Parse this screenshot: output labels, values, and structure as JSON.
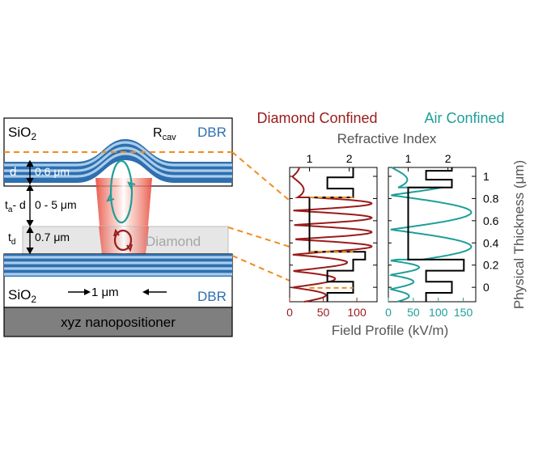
{
  "colors": {
    "diamond_confined": "#9b1b1b",
    "air_confined": "#1f9e99",
    "dbr_dark": "#2e6fb0",
    "dbr_light": "#a9cdeb",
    "dashed_guide": "#f08c1e",
    "positioner": "#7f7f7f",
    "axis_text": "#555555"
  },
  "diagram": {
    "top_mirror_material": "SiO",
    "top_mirror_subscript": "2",
    "top_dbr_label": "DBR",
    "rcav_main": "R",
    "rcav_sub": "cav",
    "d_label": "d",
    "d_value": "0.6 μm",
    "gap_label_t": "t",
    "gap_label_sub": "a",
    "gap_label_rest": "- d",
    "gap_value": "0 - 5 μm",
    "td_label_t": "t",
    "td_label_sub": "d",
    "td_value": "0.7 μm",
    "diamond_label": "Diamond",
    "bottom_mirror_material": "SiO",
    "bottom_mirror_subscript": "2",
    "scale_label": "1 μm",
    "bottom_dbr_label": "DBR",
    "positioner_label": "xyz nanopositioner"
  },
  "chart_data": [
    {
      "type": "line",
      "title": "Diamond Confined",
      "top_axis_label": "Refractive Index",
      "bottom_axis_label": "Field Profile (kV/m)",
      "right_axis_label": "Physical Thickness (μm)",
      "refractive_index_ticks": [
        1,
        2
      ],
      "refractive_index_range": [
        0.5,
        2.7
      ],
      "field_ticks": [
        0,
        50,
        100
      ],
      "field_range": [
        0,
        130
      ],
      "thickness_ticks": [
        0,
        0.2,
        0.4,
        0.6,
        0.8,
        1
      ],
      "thickness_range": [
        -0.13,
        1.08
      ],
      "series": [
        {
          "kind": "refractive_index",
          "x": [
            1.45,
            1.45,
            2.1,
            2.1,
            1.45,
            1.45,
            2.1,
            2.1,
            2.4,
            2.4,
            1.0,
            1.0,
            2.1,
            2.1,
            1.45,
            1.45,
            2.1,
            2.1
          ],
          "y": [
            -0.13,
            -0.05,
            -0.05,
            0.05,
            0.05,
            0.15,
            0.15,
            0.25,
            0.25,
            0.32,
            0.32,
            0.81,
            0.81,
            0.89,
            0.89,
            0.99,
            0.99,
            1.08
          ]
        },
        {
          "kind": "field",
          "wavelength_um": 0.62,
          "layers": [
            {
              "y0": -0.13,
              "y1": 0.32,
              "n": 2.1,
              "amp": 96,
              "decay": 0.6
            },
            {
              "y0": 0.32,
              "y1": 0.81,
              "n": 2.4,
              "amp": 118,
              "decay": 0.0
            },
            {
              "y0": 0.81,
              "y1": 1.08,
              "n": 1.45,
              "amp": 20,
              "decay": 0.45
            }
          ]
        }
      ]
    },
    {
      "type": "line",
      "title": "Air Confined",
      "refractive_index_ticks": [
        1,
        2
      ],
      "refractive_index_range": [
        0.5,
        2.7
      ],
      "field_ticks": [
        0,
        50,
        100,
        150
      ],
      "field_range": [
        0,
        175
      ],
      "thickness_ticks": [
        0,
        0.2,
        0.4,
        0.6,
        0.8,
        1
      ],
      "thickness_range": [
        -0.13,
        1.08
      ],
      "series": [
        {
          "kind": "refractive_index",
          "x": [
            1.45,
            1.45,
            2.1,
            2.1,
            1.45,
            1.45,
            2.4,
            2.4,
            1.0,
            1.0,
            2.1,
            2.1,
            1.45,
            1.45,
            2.1,
            2.1
          ],
          "y": [
            -0.13,
            -0.05,
            -0.05,
            0.05,
            0.05,
            0.15,
            0.15,
            0.25,
            0.25,
            0.9,
            0.9,
            0.97,
            0.97,
            1.05,
            1.05,
            1.08
          ]
        },
        {
          "kind": "field",
          "wavelength_um": 0.62,
          "layers": [
            {
              "y0": -0.13,
              "y1": 0.25,
              "n": 2.4,
              "amp": 65,
              "decay": 0.6
            },
            {
              "y0": 0.25,
              "y1": 0.9,
              "n": 1.0,
              "amp": 162,
              "decay": 0.0
            },
            {
              "y0": 0.9,
              "y1": 1.08,
              "n": 1.45,
              "amp": 40,
              "decay": 0.45
            }
          ]
        }
      ]
    }
  ]
}
